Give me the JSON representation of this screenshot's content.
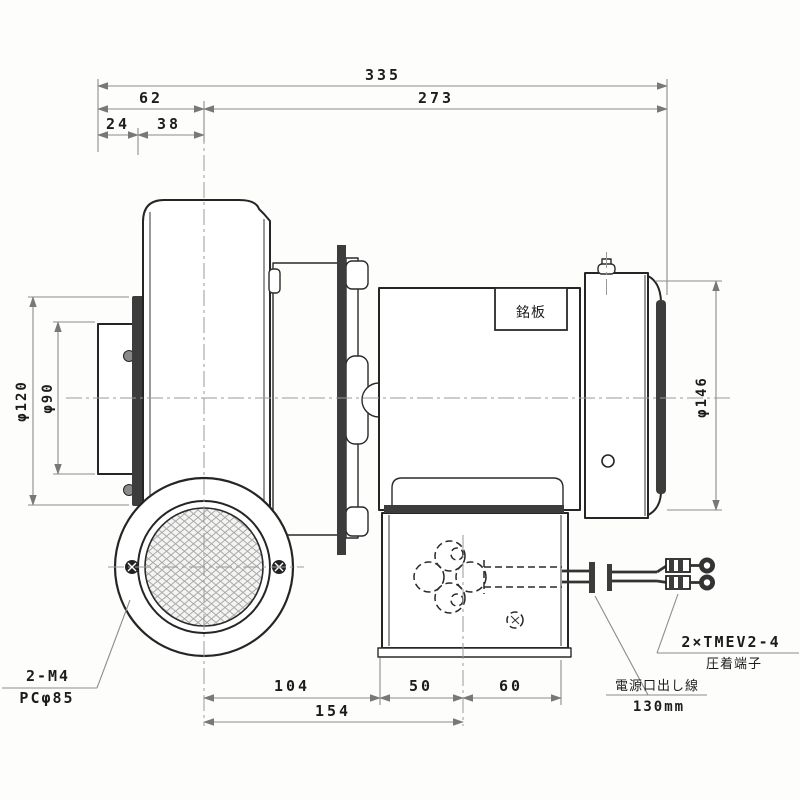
{
  "drawing": {
    "type": "technical-dimension-drawing",
    "subject": "electric-blower-with-motor-side-view",
    "units": "mm",
    "dimensions": {
      "overall_length": "335",
      "inlet_section_length": "62",
      "motor_section_length": "273",
      "inlet_protrusion": "24",
      "inlet_depth": "38",
      "inlet_flange_diameter": "φ120",
      "inlet_duct_diameter": "φ90",
      "motor_diameter": "φ146",
      "center_to_terminal_box": "104",
      "box_edge_to_gland": "50",
      "gland_to_lead_exit": "60",
      "center_to_gland": "154"
    },
    "callouts": {
      "nameplate": "銘板",
      "mount_screws": "2-M4",
      "mount_pitch_circle": "PCφ85",
      "terminal_spec": "2×TMEV2-4",
      "terminal_type": "圧着端子",
      "lead_wire": "電源口出し線",
      "lead_wire_length": "130mm"
    }
  }
}
